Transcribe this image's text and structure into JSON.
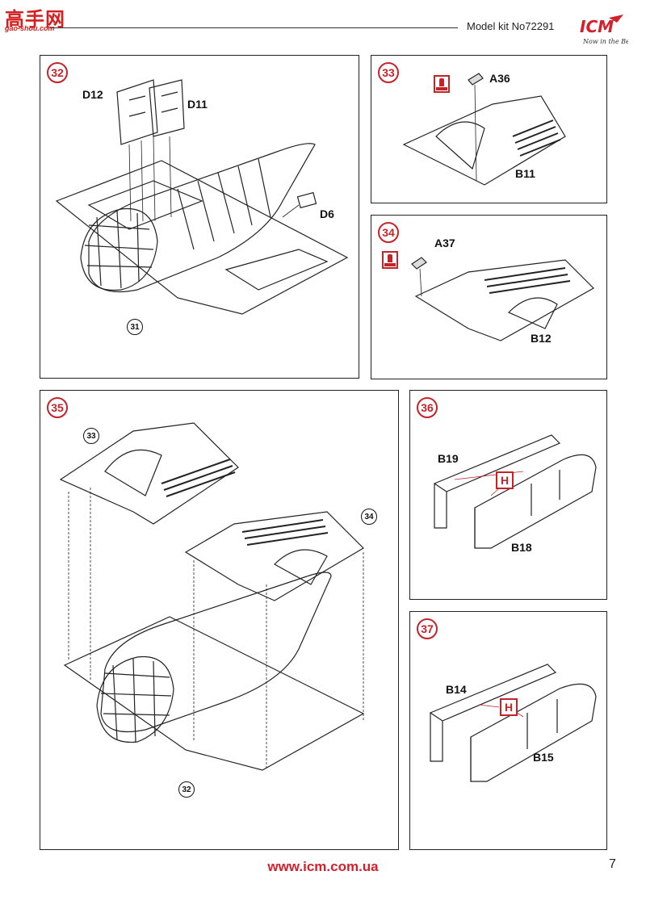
{
  "header": {
    "title": "Model kit No72291",
    "watermark": "高手网",
    "watermark_sub": "gao-shou.com",
    "brand": "ICM",
    "brand_slogan": "Now in the Best"
  },
  "steps": {
    "s32": {
      "number": "32",
      "parts": [
        "D12",
        "D11",
        "D6"
      ],
      "ref": "31"
    },
    "s33": {
      "number": "33",
      "parts": [
        "A36",
        "B11"
      ]
    },
    "s34": {
      "number": "34",
      "parts": [
        "A37",
        "B12"
      ]
    },
    "s35": {
      "number": "35",
      "refs": [
        "33",
        "34",
        "32"
      ]
    },
    "s36": {
      "number": "36",
      "parts": [
        "B19",
        "B18"
      ],
      "material": "H"
    },
    "s37": {
      "number": "37",
      "parts": [
        "B14",
        "B15"
      ],
      "material": "H"
    }
  },
  "footer": {
    "url": "www.icm.com.ua",
    "page": "7"
  }
}
